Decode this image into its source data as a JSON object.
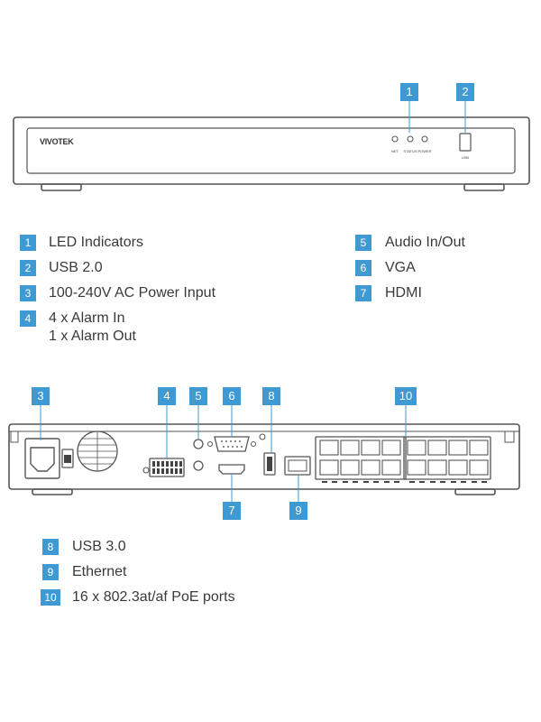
{
  "brand": "VIVOTEK",
  "front_panel": {
    "led_labels": [
      "NET",
      "STATUS",
      "POWER"
    ],
    "usb_label": "USB",
    "callouts": [
      "1",
      "2"
    ]
  },
  "rear_panel": {
    "callouts_top": [
      "3",
      "4",
      "5",
      "6",
      "8",
      "10"
    ],
    "callouts_bottom": [
      "7",
      "9"
    ]
  },
  "legend_top_left": [
    {
      "num": "1",
      "text": "LED Indicators"
    },
    {
      "num": "2",
      "text": "USB 2.0"
    },
    {
      "num": "3",
      "text": "100-240V AC Power Input"
    },
    {
      "num": "4",
      "text": "4 x Alarm In",
      "text2": "1 x Alarm Out"
    }
  ],
  "legend_top_right": [
    {
      "num": "5",
      "text": "Audio In/Out"
    },
    {
      "num": "6",
      "text": "VGA"
    },
    {
      "num": "7",
      "text": "HDMI"
    }
  ],
  "legend_bottom": [
    {
      "num": "8",
      "text": "USB 3.0"
    },
    {
      "num": "9",
      "text": "Ethernet"
    },
    {
      "num": "10",
      "text": "16 x 802.3at/af PoE ports"
    }
  ],
  "colors": {
    "accent": "#3f9ad3",
    "outline": "#555555"
  }
}
